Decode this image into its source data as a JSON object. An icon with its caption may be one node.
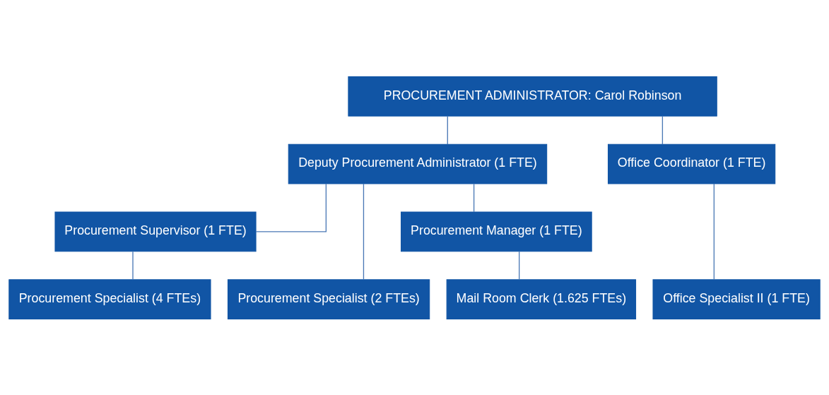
{
  "diagram": {
    "nodes": [
      {
        "text": [
          "PROCUREMENT ADMINISTRATOR: Carol Robinson"
        ]
      },
      {
        "text": [
          "Deputy Procurement Administrator (1 FTE)"
        ]
      },
      {
        "text": [
          "Office Coordinator (1 FTE)"
        ]
      },
      {
        "text": [
          "Procurement Supervisor (1 FTE)"
        ]
      },
      {
        "text": [
          "Procurement Manager (1 FTE)"
        ]
      },
      {
        "text": [
          "Procurement Specialist (4 FTEs)"
        ]
      },
      {
        "text": [
          "Procurement Specialist (2 FTEs)"
        ]
      },
      {
        "text": [
          "Mail Room Clerk (1.625 FTEs)"
        ]
      },
      {
        "text": [
          "Office Specialist II (1 FTE)"
        ]
      }
    ],
    "edges": [
      {
        "from": 0,
        "to": 1,
        "arrow": "none"
      },
      {
        "from": 0,
        "to": 2,
        "arrow": "none"
      },
      {
        "from": 1,
        "to": 3,
        "arrow": "none"
      },
      {
        "from": 1,
        "to": 6,
        "arrow": "none"
      },
      {
        "from": 1,
        "to": 4,
        "arrow": "none"
      },
      {
        "from": 3,
        "to": 5,
        "arrow": "none"
      },
      {
        "from": 4,
        "to": 7,
        "arrow": "none"
      },
      {
        "from": 2,
        "to": 8,
        "arrow": "none"
      }
    ]
  }
}
